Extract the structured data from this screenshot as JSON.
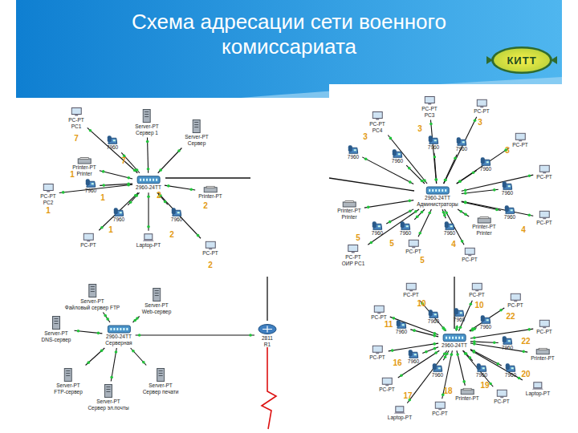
{
  "diagram": {
    "title": "Схема адресации сети военного комиссариата",
    "nodes": [
      {
        "text": [
          "2960-24TT"
        ]
      },
      {
        "text": [
          "PC-PT",
          "PC1"
        ]
      },
      {
        "text": [
          "7960"
        ]
      },
      {
        "text": [
          "Server-PT",
          "Сервер 1"
        ]
      },
      {
        "text": [
          "Server-PT",
          "Сервер"
        ]
      },
      {
        "text": [
          "Printer-PT",
          "Printer"
        ]
      },
      {
        "text": [
          "PC-PT",
          "PC2"
        ]
      },
      {
        "text": [
          "7960"
        ]
      },
      {
        "text": [
          "7960"
        ]
      },
      {
        "text": [
          "PC-PT"
        ]
      },
      {
        "text": [
          "Laptop-PT"
        ]
      },
      {
        "text": [
          "7960"
        ]
      },
      {
        "text": [
          "Printer-PT"
        ]
      },
      {
        "text": [
          "PC-PT"
        ]
      },
      {
        "text": [
          "2960-24TT",
          "Администраторы"
        ]
      },
      {
        "text": [
          "PC-PT",
          "PC3"
        ]
      },
      {
        "text": [
          "PC-PT"
        ]
      },
      {
        "text": [
          "PC-PT",
          "PC4"
        ]
      },
      {
        "text": [
          "7960"
        ]
      },
      {
        "text": [
          "7960"
        ]
      },
      {
        "text": [
          "PC-PT"
        ]
      },
      {
        "text": [
          "7960"
        ]
      },
      {
        "text": [
          "7960"
        ]
      },
      {
        "text": [
          "7960"
        ]
      },
      {
        "text": [
          "PC-PT"
        ]
      },
      {
        "text": [
          "7960"
        ]
      },
      {
        "text": [
          "Printer-PT",
          "Printer"
        ]
      },
      {
        "text": [
          "7960"
        ]
      },
      {
        "text": [
          "PC-PT"
        ]
      },
      {
        "text": [
          "7960"
        ]
      },
      {
        "text": [
          "7960"
        ]
      },
      {
        "text": [
          "7960"
        ]
      },
      {
        "text": [
          "Printer-PT",
          "Printer"
        ]
      },
      {
        "text": [
          "PC-PT",
          "ОИР PC1"
        ]
      },
      {
        "text": [
          "PC-PT"
        ]
      },
      {
        "text": [
          "PC-PT"
        ]
      },
      {
        "text": [
          "2960-24TT",
          "Серверная"
        ]
      },
      {
        "text": [
          "Server-PT",
          "Файловый сервер FTP"
        ]
      },
      {
        "text": [
          "Server-PT",
          "Web-сервер"
        ]
      },
      {
        "text": [
          "Server-PT",
          "DNS-сервер"
        ]
      },
      {
        "text": [
          "Server-PT",
          "FTP-сервер"
        ]
      },
      {
        "text": [
          "Server-PT",
          "Сервер эл.почты"
        ]
      },
      {
        "text": [
          "Server-PT",
          "Сервер печати"
        ]
      },
      {
        "text": [
          "2811",
          "R1"
        ]
      },
      {
        "text": [
          "2960-24TT"
        ]
      },
      {
        "text": [
          "PC-PT"
        ]
      },
      {
        "text": [
          "PC-PT"
        ]
      },
      {
        "text": [
          "7960"
        ]
      },
      {
        "text": [
          "7960"
        ]
      },
      {
        "text": [
          "7960"
        ]
      },
      {
        "text": [
          "PC-PT"
        ]
      },
      {
        "text": [
          "PC-PT"
        ]
      },
      {
        "text": [
          "7960"
        ]
      },
      {
        "text": [
          "PC-PT"
        ]
      },
      {
        "text": [
          "7960"
        ]
      },
      {
        "text": [
          "PC-PT"
        ]
      },
      {
        "text": [
          "7960"
        ]
      },
      {
        "text": [
          "Printer-PT"
        ]
      },
      {
        "text": [
          "7960"
        ]
      },
      {
        "text": [
          "7960"
        ]
      },
      {
        "text": [
          "7960"
        ]
      },
      {
        "text": [
          "PC-PT"
        ]
      },
      {
        "text": [
          "Laptop-PT"
        ]
      },
      {
        "text": [
          "PC-PT"
        ]
      },
      {
        "text": [
          "Printer-PT"
        ]
      },
      {
        "text": [
          "PC-PT"
        ]
      },
      {
        "text": [
          "Laptop-PT"
        ]
      }
    ],
    "edges": [
      {
        "from": 0,
        "to": 1,
        "arrow": "none"
      },
      {
        "from": 0,
        "to": 2,
        "arrow": "none"
      },
      {
        "from": 0,
        "to": 3,
        "arrow": "none"
      },
      {
        "from": 0,
        "to": 4,
        "arrow": "none"
      },
      {
        "from": 0,
        "to": 5,
        "arrow": "none"
      },
      {
        "from": 0,
        "to": 6,
        "arrow": "none"
      },
      {
        "from": 0,
        "to": 7,
        "arrow": "none"
      },
      {
        "from": 0,
        "to": 8,
        "arrow": "none"
      },
      {
        "from": 0,
        "to": 9,
        "arrow": "none"
      },
      {
        "from": 0,
        "to": 10,
        "arrow": "none"
      },
      {
        "from": 0,
        "to": 11,
        "arrow": "none"
      },
      {
        "from": 0,
        "to": 12,
        "arrow": "none"
      },
      {
        "from": 0,
        "to": 13,
        "arrow": "none"
      },
      {
        "from": 14,
        "to": 15,
        "arrow": "none"
      },
      {
        "from": 14,
        "to": 16,
        "arrow": "none"
      },
      {
        "from": 14,
        "to": 17,
        "arrow": "none"
      },
      {
        "from": 14,
        "to": 18,
        "arrow": "none"
      },
      {
        "from": 14,
        "to": 19,
        "arrow": "none"
      },
      {
        "from": 14,
        "to": 20,
        "arrow": "none"
      },
      {
        "from": 14,
        "to": 21,
        "arrow": "none"
      },
      {
        "from": 14,
        "to": 22,
        "arrow": "none"
      },
      {
        "from": 14,
        "to": 23,
        "arrow": "none"
      },
      {
        "from": 14,
        "to": 24,
        "arrow": "none"
      },
      {
        "from": 14,
        "to": 25,
        "arrow": "none"
      },
      {
        "from": 14,
        "to": 26,
        "arrow": "none"
      },
      {
        "from": 14,
        "to": 27,
        "arrow": "none"
      },
      {
        "from": 14,
        "to": 28,
        "arrow": "none"
      },
      {
        "from": 14,
        "to": 29,
        "arrow": "none"
      },
      {
        "from": 14,
        "to": 30,
        "arrow": "none"
      },
      {
        "from": 14,
        "to": 31,
        "arrow": "none"
      },
      {
        "from": 14,
        "to": 32,
        "arrow": "none"
      },
      {
        "from": 14,
        "to": 33,
        "arrow": "none"
      },
      {
        "from": 14,
        "to": 34,
        "arrow": "none"
      },
      {
        "from": 14,
        "to": 35,
        "arrow": "none"
      },
      {
        "from": 36,
        "to": 37,
        "arrow": "none"
      },
      {
        "from": 36,
        "to": 38,
        "arrow": "none"
      },
      {
        "from": 36,
        "to": 39,
        "arrow": "none"
      },
      {
        "from": 36,
        "to": 40,
        "arrow": "none"
      },
      {
        "from": 36,
        "to": 41,
        "arrow": "none"
      },
      {
        "from": 36,
        "to": 42,
        "arrow": "none"
      },
      {
        "from": 36,
        "to": 43,
        "arrow": "none"
      },
      {
        "from": 44,
        "to": 45,
        "arrow": "none"
      },
      {
        "from": 44,
        "to": 46,
        "arrow": "none"
      },
      {
        "from": 44,
        "to": 47,
        "arrow": "none"
      },
      {
        "from": 44,
        "to": 48,
        "arrow": "none"
      },
      {
        "from": 44,
        "to": 49,
        "arrow": "none"
      },
      {
        "from": 44,
        "to": 50,
        "arrow": "none"
      },
      {
        "from": 44,
        "to": 51,
        "arrow": "none"
      },
      {
        "from": 44,
        "to": 52,
        "arrow": "none"
      },
      {
        "from": 44,
        "to": 53,
        "arrow": "none"
      },
      {
        "from": 44,
        "to": 54,
        "arrow": "none"
      },
      {
        "from": 44,
        "to": 55,
        "arrow": "none"
      },
      {
        "from": 44,
        "to": 56,
        "arrow": "none"
      },
      {
        "from": 44,
        "to": 57,
        "arrow": "none"
      },
      {
        "from": 44,
        "to": 58,
        "arrow": "none"
      },
      {
        "from": 44,
        "to": 59,
        "arrow": "none"
      },
      {
        "from": 44,
        "to": 60,
        "arrow": "none"
      },
      {
        "from": 44,
        "to": 61,
        "arrow": "none"
      },
      {
        "from": 44,
        "to": 62,
        "arrow": "none"
      },
      {
        "from": 44,
        "to": 63,
        "arrow": "none"
      },
      {
        "from": 44,
        "to": 64,
        "arrow": "none"
      },
      {
        "from": 44,
        "to": 65,
        "arrow": "none"
      },
      {
        "from": 44,
        "to": 66,
        "arrow": "none"
      }
    ],
    "labels": [
      "КИТТ",
      "7",
      "7",
      "1",
      "1",
      "1",
      "1",
      "2",
      "2",
      "2",
      "2",
      "3",
      "3",
      "3",
      "3",
      "4",
      "4",
      "5",
      "5",
      "5",
      "10",
      "10",
      "11",
      "22",
      "22",
      "16",
      "17",
      "18",
      "19",
      "20"
    ]
  }
}
